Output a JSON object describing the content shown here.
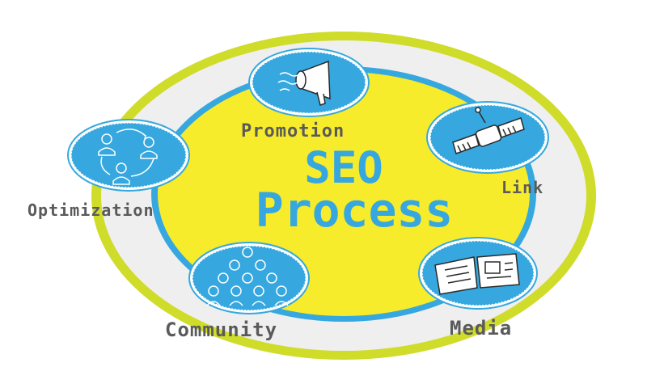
{
  "title": {
    "line1": "SEO",
    "line2": "Process"
  },
  "nodes": [
    {
      "id": "promotion",
      "label": "Promotion",
      "icon": "megaphone-icon"
    },
    {
      "id": "link",
      "label": "Link",
      "icon": "satellite-icon"
    },
    {
      "id": "media",
      "label": "Media",
      "icon": "open-book-icon"
    },
    {
      "id": "community",
      "label": "Community",
      "icon": "people-group-icon"
    },
    {
      "id": "optimization",
      "label": "Optimization",
      "icon": "people-cycle-icon"
    }
  ],
  "colors": {
    "outer_ring": "#cfdc2a",
    "ring_fill": "#efefef",
    "inner_ring": "#36a8df",
    "center_fill": "#f7ec2b",
    "node_fill": "#36a8df",
    "label_text": "#5a5a5a",
    "title_text": "#36a8df"
  }
}
